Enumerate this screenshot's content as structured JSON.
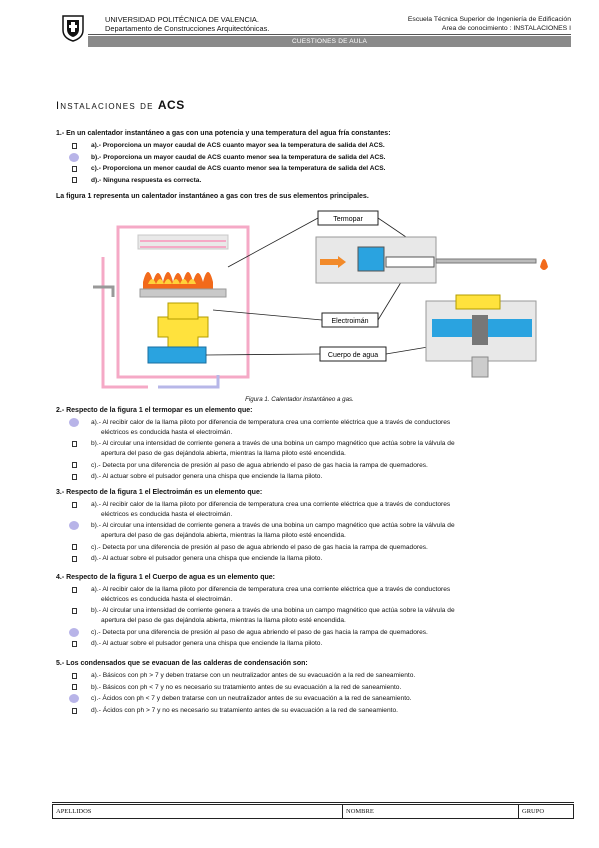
{
  "header": {
    "university": "UNIVERSIDAD POLITÉCNICA DE VALENCIA.",
    "department": "Departamento de Construcciones Arquitectónicas.",
    "school": "Escuela Técnica Superior de Ingeniería de Edificación",
    "area": "Area de conocimiento : INSTALACIONES I",
    "bar": "CUESTIONES DE AULA"
  },
  "title": {
    "prefix": "Instalaciones de ",
    "bold": "ACS"
  },
  "questions": [
    {
      "text": "1.- En un calentador instantáneo a gas con una potencia  y una temperatura del agua fría constantes:",
      "options": [
        {
          "text": "a).- Proporciona  un mayor caudal de ACS cuanto  mayor sea la temperatura de salida del ACS.",
          "selected": false
        },
        {
          "text": "b).- Proporciona un mayor caudal de ACS cuanto  menor sea la temperatura de salida del ACS.",
          "selected": true
        },
        {
          "text": "c).- Proporciona  un menor caudal de ACS cuanto  menor sea la temperatura de salida del ACS.",
          "selected": false
        },
        {
          "text": "d).- Ninguna respuesta es correcta.",
          "selected": false
        }
      ]
    },
    {
      "text": "2.- Respecto de la figura 1 el termopar es un elemento que:",
      "options": [
        {
          "text": "a).- Al recibir calor de la llama piloto por diferencia de temperatura crea una corriente eléctrica que a través de conductores",
          "text2": "eléctricos es conducida hasta el electroimán.",
          "selected": true
        },
        {
          "text": "b).- Al circular una intensidad de corriente genera a través de una bobina un campo magnético que actúa sobre la válvula de",
          "text2": "apertura del paso de gas dejándola abierta, mientras la llama piloto esté encendida.",
          "selected": false
        },
        {
          "text": "c).- Detecta por una diferencia de presión al paso de agua abriendo el paso de gas  hacia la rampa de quemadores.",
          "selected": false
        },
        {
          "text": "d).- Al actuar sobre el pulsador genera una chispa que enciende la llama piloto.",
          "selected": false
        }
      ]
    },
    {
      "text": "3.- Respecto de la figura 1 el Electroimán es un elemento que:",
      "options": [
        {
          "text": "a).- Al recibir calor de la llama piloto por diferencia de temperatura crea una corriente eléctrica que a través de conductores",
          "text2": "eléctricos es conducida hasta el electroimán.",
          "selected": false
        },
        {
          "text": "b).- Al circular una intensidad de corriente genera a través de una bobina un campo magnético que actúa sobre la válvula de",
          "text2": "apertura del paso de gas dejándola abierta, mientras la llama piloto esté encendida.",
          "selected": true
        },
        {
          "text": "c).- Detecta por una diferencia de presión al paso de agua abriendo el paso de gas  hacia la rampa de quemadores.",
          "selected": false
        },
        {
          "text": "d).- Al actuar sobre el pulsador genera una chispa que enciende la llama piloto.",
          "selected": false
        }
      ]
    },
    {
      "text": "4.- Respecto de la figura 1 el Cuerpo de agua es un elemento que:",
      "options": [
        {
          "text": "a).-  Al recibir calor de la llama piloto por diferencia de temperatura crea una corriente eléctrica que a través de conductores",
          "text2": "eléctricos es conducida hasta el electroimán.",
          "selected": false
        },
        {
          "text": "b).- Al circular una intensidad de corriente genera a través de una bobina un campo magnético que actúa sobre la válvula de",
          "text2": "apertura del paso de gas dejándola abierta, mientras la llama piloto esté encendida.",
          "selected": false
        },
        {
          "text": "c).- Detecta por una diferencia de presión al paso de agua abriendo el paso de gas  hacia la rampa de quemadores.",
          "selected": true
        },
        {
          "text": "d).- Al actuar sobre el pulsador genera una chispa que enciende la llama piloto.",
          "selected": false
        }
      ]
    },
    {
      "text": "5.- Los condensados que se evacuan de las calderas de condensación son:",
      "options": [
        {
          "text": "a).- Básicos con ph > 7 y deben tratarse con un neutralizador antes de su evacuación a la red de saneamiento.",
          "selected": false
        },
        {
          "text": "b).- Básicos con ph < 7 y  no es necesario su tratamiento antes de su evacuación a la red de saneamiento.",
          "selected": false
        },
        {
          "text": "c).- Ácidos con ph < 7 y deben tratarse con un neutralizador antes de su evacuación a la red de saneamiento.",
          "selected": true
        },
        {
          "text": "d).- Ácidos con ph > 7 y  no es necesario su tratamiento antes de su evacuación a la red de saneamiento.",
          "selected": false
        }
      ]
    }
  ],
  "figure_intro": "La figura 1 representa un calentador instantáneo a gas con  tres de sus elementos principales.",
  "figure_labels": {
    "termopar": "Termopar",
    "electroiman": "Electroimán",
    "cuerpo": "Cuerpo de agua"
  },
  "caption": "Figura 1. Calentador instantáneo a gas.",
  "footer": {
    "apellidos": "APELLIDOS",
    "nombre": "NOMBRE",
    "grupo": "GRUPO"
  },
  "colors": {
    "selected_dot": "#b8b4e8",
    "header_bar": "#8a8a8a"
  }
}
